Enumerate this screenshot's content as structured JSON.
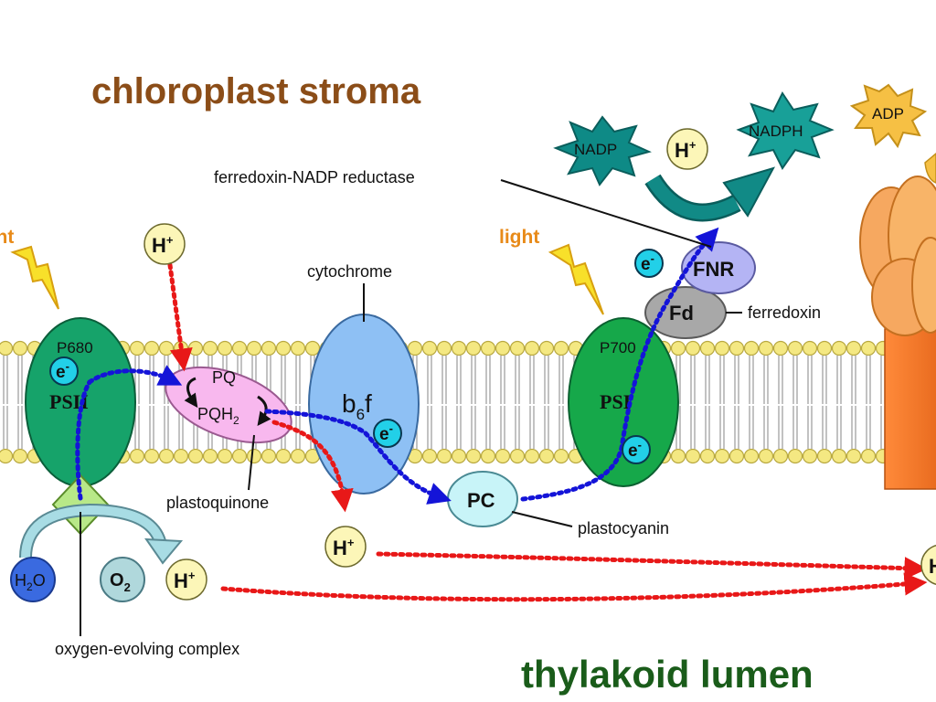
{
  "regions": {
    "stroma": "chloroplast stroma",
    "lumen": "thylakoid lumen"
  },
  "light": {
    "left": "light",
    "right": "light"
  },
  "complexes": {
    "psii": {
      "label": "PSII",
      "pigment": "P680"
    },
    "pq": {
      "top": "PQ",
      "bottom": "PQH",
      "sub": "2"
    },
    "b6f": {
      "main": "b",
      "sub": "6",
      "tail": "f"
    },
    "psi": {
      "label": "PSI",
      "pigment": "P700"
    },
    "pc": "PC",
    "fd": "Fd",
    "fnr": "FNR"
  },
  "callouts": {
    "cytochrome": "cytochrome",
    "plastoquinone": "plastoquinone",
    "plastocyanin": "plastocyanin",
    "ferredoxin": "ferredoxin",
    "fnr_full": "ferredoxin-NADP reductase",
    "oec": "oxygen-evolving complex"
  },
  "molecules": {
    "nadp": "NADP",
    "nadph": "NADPH",
    "adp": "ADP",
    "h2o_main": "H",
    "h2o_sub": "2",
    "h2o_tail": "O",
    "o2_main": "O",
    "o2_sub": "2"
  },
  "tokens": {
    "electron": "e",
    "electron_sup": "-",
    "proton": "H",
    "proton_sup": "+"
  },
  "colors": {
    "stroma_title": "#8b4d18",
    "lumen_title": "#1a5c1a",
    "light": "#e88a18",
    "psii": "#16a36a",
    "psi": "#16a84a",
    "pq": "#f8b8ee",
    "b6f": "#8ec0f4",
    "pc": "#c8f4f8",
    "fnr": "#b4b4f4",
    "fd": "#a8a8a8",
    "electron_path": "#1414d8",
    "proton_path": "#e81818",
    "lipid_head": "#f4e882",
    "nadp": "#0e8a86",
    "adp": "#f6c044"
  }
}
